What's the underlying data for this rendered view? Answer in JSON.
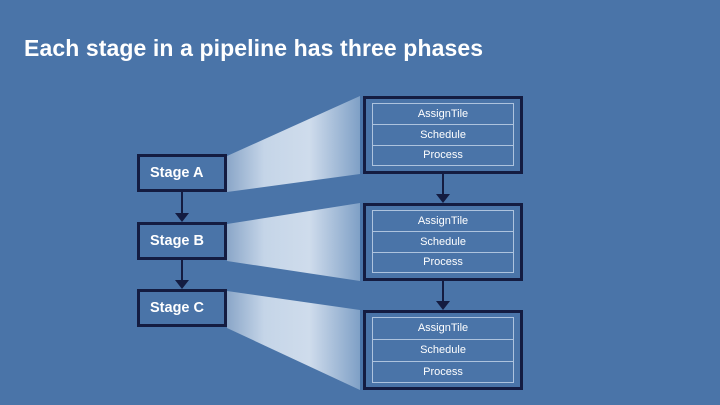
{
  "slide": {
    "title": "Each stage in a pipeline has three phases",
    "background_color": "#4a74a8",
    "title_color": "#ffffff",
    "border_color": "#141c41",
    "row_border_color": "#adc3de",
    "funnel_light_color": "#c9d8ea",
    "funnel_dark_color": "#6e8fbb"
  },
  "diagram": {
    "stages": [
      {
        "label": "Stage A"
      },
      {
        "label": "Stage B"
      },
      {
        "label": "Stage C"
      }
    ],
    "phase_groups": [
      {
        "phases": [
          "AssignTile",
          "Schedule",
          "Process"
        ]
      },
      {
        "phases": [
          "AssignTile",
          "Schedule",
          "Process"
        ]
      },
      {
        "phases": [
          "AssignTile",
          "Schedule",
          "Process"
        ]
      }
    ]
  }
}
